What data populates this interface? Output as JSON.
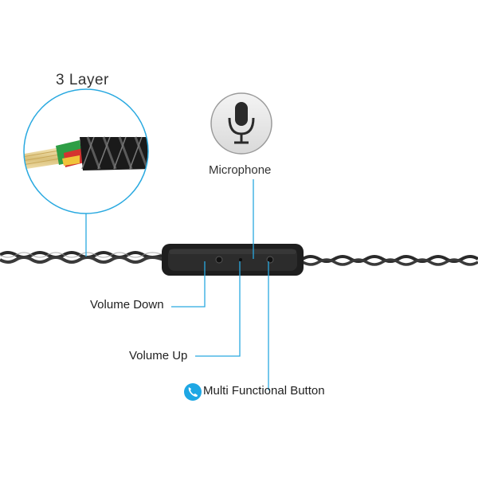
{
  "labels": {
    "three_layer": "3 Layer",
    "microphone": "Microphone",
    "volume_down": "Volume Down",
    "volume_up": "Volume Up",
    "multi_button": "Multi Functional Button"
  },
  "icons": {
    "microphone": "microphone-icon",
    "phone": "phone-icon"
  },
  "colors": {
    "callout_line": "#29a9e0",
    "cable": "#2a2a2a",
    "remote": "#1e1e1e",
    "phone_badge": "#1ea7e4"
  }
}
